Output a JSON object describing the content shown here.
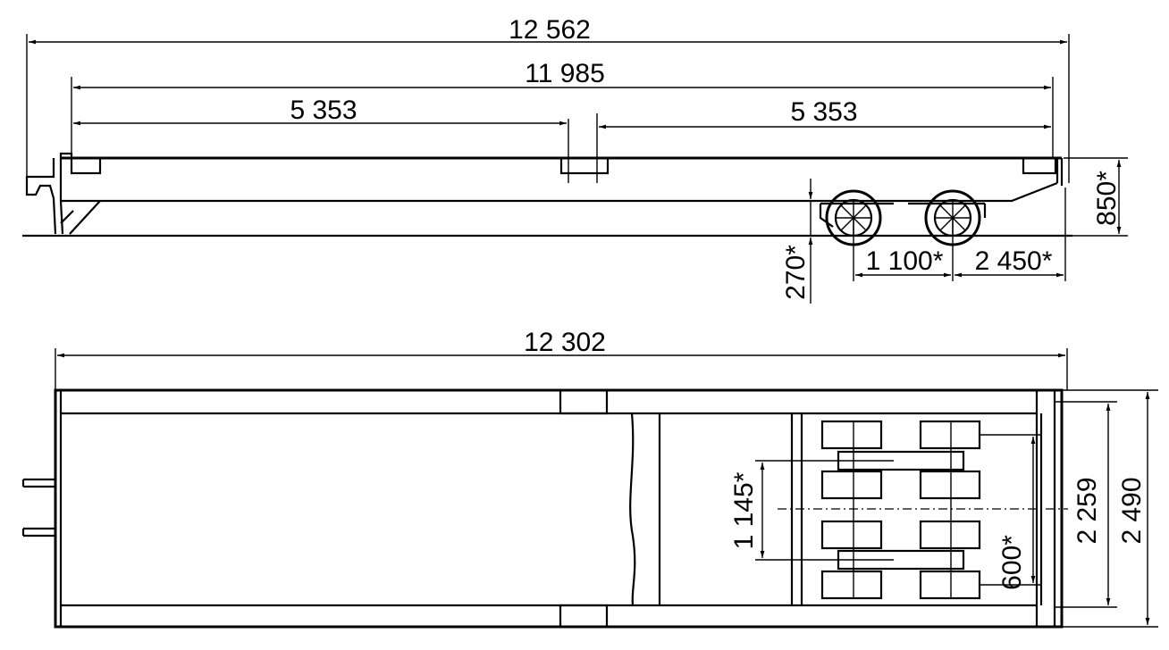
{
  "side_view": {
    "overall_length": "12 562",
    "deck_length": "11 985",
    "half_left": "5 353",
    "half_right": "5 353",
    "deck_height": "850*",
    "wheel_clearance": "270*",
    "axle_spacing": "1 100*",
    "rear_overhang": "2 450*"
  },
  "top_view": {
    "overall_length": "12 302",
    "width_inner": "2 259",
    "width_outer": "2 490",
    "axle_group_span": "1 145*",
    "wheel_track": "600*"
  }
}
